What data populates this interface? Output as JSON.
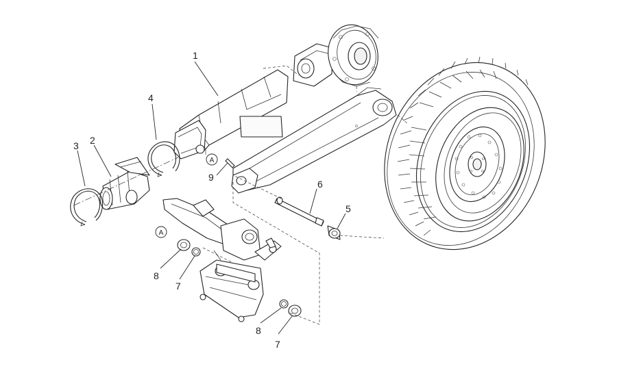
{
  "callouts": {
    "c1": "1",
    "c2": "2",
    "c3": "3",
    "c4": "4",
    "c5": "5",
    "c6": "6",
    "c7a": "7",
    "c7b": "7",
    "c8a": "8",
    "c8b": "8",
    "c9": "9"
  },
  "references": {
    "ref_a_upper": "A",
    "ref_a_lower": "A"
  }
}
